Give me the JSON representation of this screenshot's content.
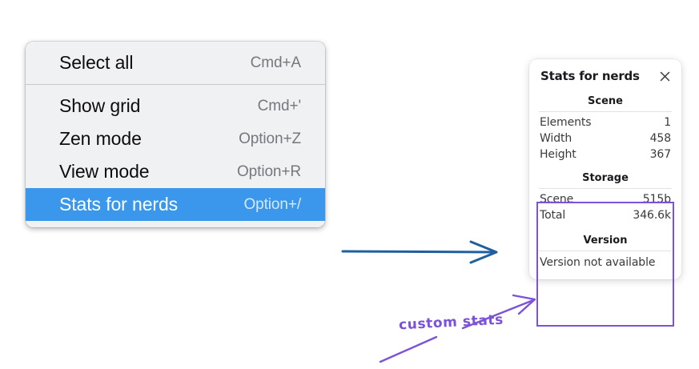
{
  "context_menu": {
    "groups": [
      {
        "items": [
          {
            "label": "Select all",
            "shortcut": "Cmd+A",
            "selected": false
          }
        ]
      },
      {
        "items": [
          {
            "label": "Show grid",
            "shortcut": "Cmd+'",
            "selected": false
          },
          {
            "label": "Zen mode",
            "shortcut": "Option+Z",
            "selected": false
          },
          {
            "label": "View mode",
            "shortcut": "Option+R",
            "selected": false
          },
          {
            "label": "Stats for nerds",
            "shortcut": "Option+/",
            "selected": true
          }
        ]
      }
    ],
    "highlight_color": "#3b97ec"
  },
  "stats_panel": {
    "title": "Stats for nerds",
    "close_icon": "close-icon",
    "sections": [
      {
        "name": "Scene",
        "rows": [
          {
            "key": "Elements",
            "value": "1"
          },
          {
            "key": "Width",
            "value": "458"
          },
          {
            "key": "Height",
            "value": "367"
          }
        ]
      },
      {
        "name": "Storage",
        "rows": [
          {
            "key": "Scene",
            "value": "515b"
          },
          {
            "key": "Total",
            "value": "346.6k"
          }
        ]
      },
      {
        "name": "Version",
        "full_rows": [
          "Version not available"
        ]
      }
    ]
  },
  "annotations": {
    "label": "custom stats",
    "label_color": "#7b52d8",
    "highlight_color": "#7b52d8",
    "arrow_color": "#1f5fa0"
  }
}
